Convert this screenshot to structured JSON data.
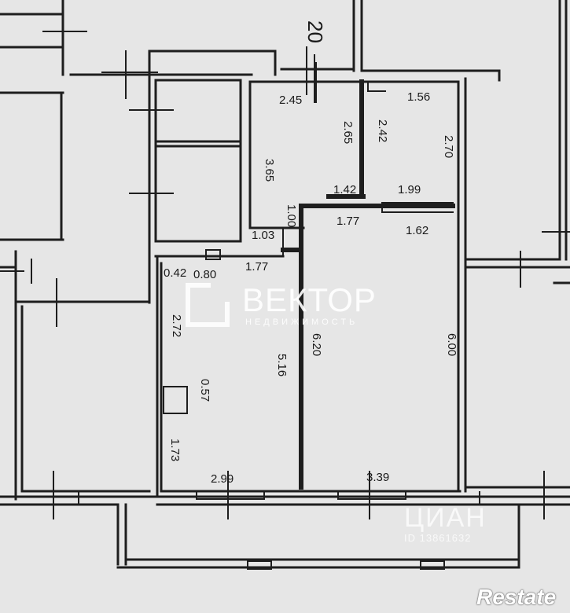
{
  "watermark": {
    "brand": "ВЕКТОР",
    "subtitle": "НЕДВИЖИМОСТЬ"
  },
  "cian": {
    "name": "ЦИАН",
    "id": "ID 13861632"
  },
  "restate": "Restate",
  "plan_text": {
    "stair_number": "20",
    "dim_245": "2.45",
    "dim_156": "1.56",
    "dim_265": "2.65",
    "dim_242": "2.42",
    "dim_270": "2.70",
    "dim_365": "3.65",
    "dim_142": "1.42",
    "dim_199": "1.99",
    "dim_100": "1.00",
    "dim_177a": "1.77",
    "dim_162": "1.62",
    "dim_103": "1.03",
    "dim_177b": "1.77",
    "dim_042": "0.42",
    "dim_080": "0.80",
    "dim_272": "2.72",
    "dim_620": "6.20",
    "dim_516": "5.16",
    "dim_600": "6.00",
    "dim_057": "0.57",
    "dim_173": "1.73",
    "dim_299": "2.99",
    "dim_339": "3.39"
  },
  "colors": {
    "background": "#e6e6e6",
    "wall": "#1e1e1e",
    "line": "#333333"
  }
}
